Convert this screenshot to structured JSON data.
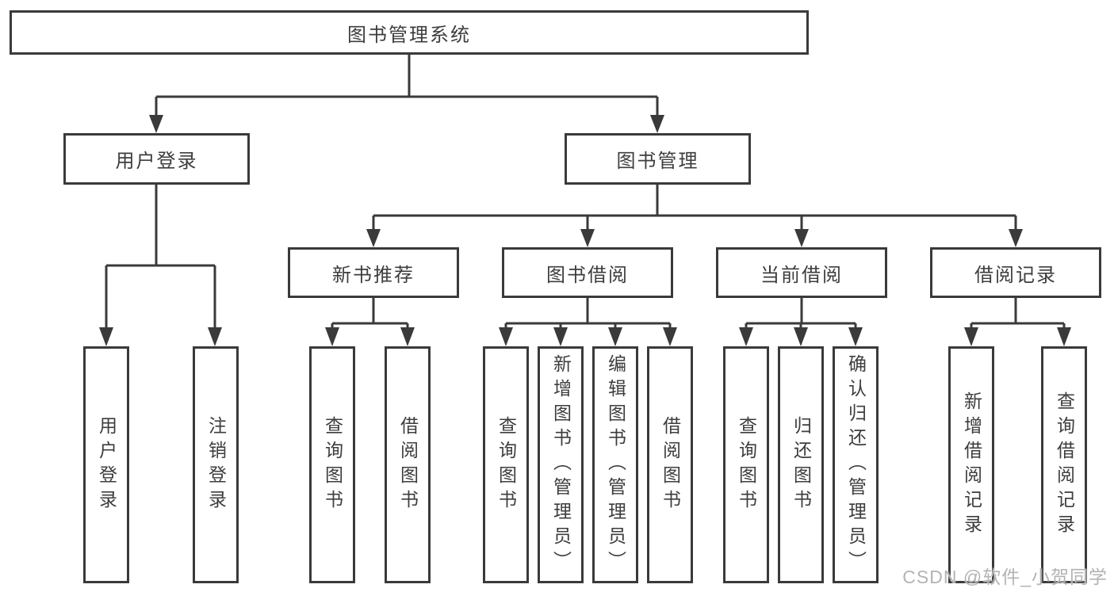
{
  "tree": {
    "root": {
      "label": "图书管理系统",
      "children": [
        {
          "label": "用户登录",
          "children": [
            {
              "label": "用户登录"
            },
            {
              "label": "注销登录"
            }
          ]
        },
        {
          "label": "图书管理",
          "children": [
            {
              "label": "新书推荐",
              "children": [
                {
                  "label": "查询图书"
                },
                {
                  "label": "借阅图书"
                }
              ]
            },
            {
              "label": "图书借阅",
              "children": [
                {
                  "label": "查询图书"
                },
                {
                  "label": "新增图书（管理员）"
                },
                {
                  "label": "编辑图书（管理员）"
                },
                {
                  "label": "借阅图书"
                }
              ]
            },
            {
              "label": "当前借阅",
              "children": [
                {
                  "label": "查询图书"
                },
                {
                  "label": "归还图书"
                },
                {
                  "label": "确认归还（管理员）"
                }
              ]
            },
            {
              "label": "借阅记录",
              "children": [
                {
                  "label": "新增借阅记录"
                },
                {
                  "label": "查询借阅记录"
                }
              ]
            }
          ]
        }
      ]
    }
  },
  "watermark": {
    "text": "CSDN @软件_小贺同学",
    "color": "#b3b3b3"
  },
  "colors": {
    "line": "#3a3a3a",
    "text": "#3d3d3d",
    "background": "#ffffff"
  }
}
